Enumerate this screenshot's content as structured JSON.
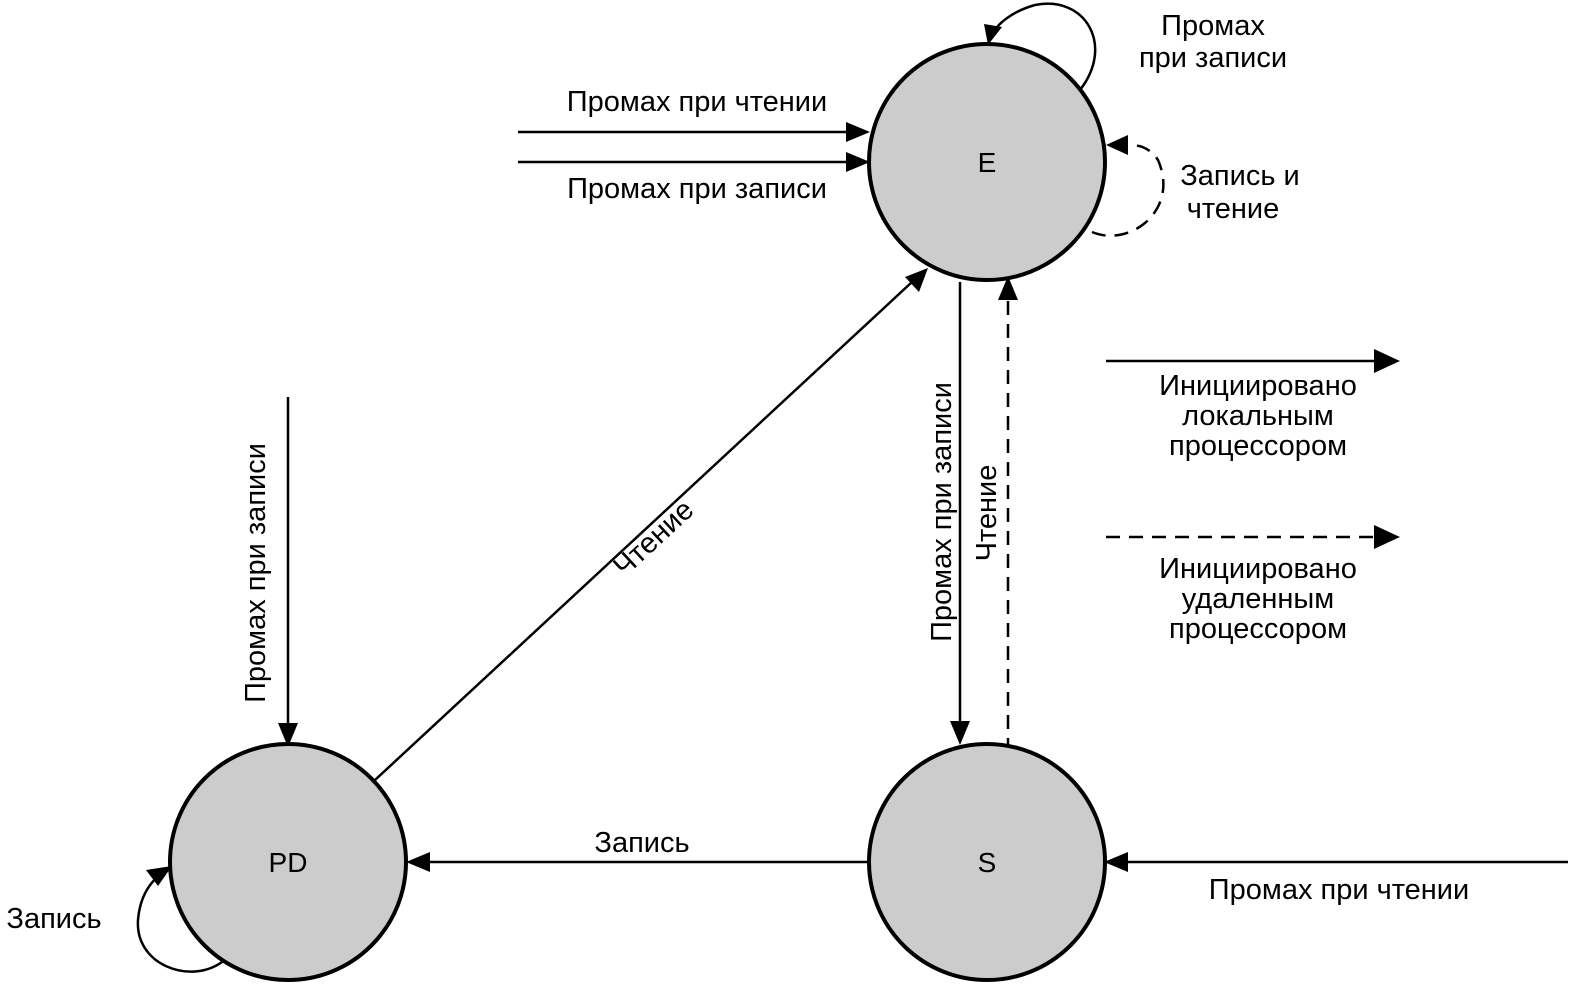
{
  "states": {
    "e": {
      "label": "E"
    },
    "s": {
      "label": "S"
    },
    "pd": {
      "label": "PD"
    }
  },
  "edges": {
    "e_self_write_miss": {
      "label_line1": "Промах",
      "label_line2": "при записи"
    },
    "e_in_read_miss": {
      "label": "Промах при чтении"
    },
    "e_in_write_miss": {
      "label": "Промах при записи"
    },
    "e_self_remote": {
      "label_line1": "Запись и",
      "label_line2": "чтение"
    },
    "pd_to_e": {
      "label": "Чтение"
    },
    "e_to_s": {
      "label": "Промах при записи"
    },
    "s_to_e": {
      "label": "Чтение"
    },
    "pd_in_write_miss": {
      "label": "Промах при записи"
    },
    "s_to_pd": {
      "label": "Запись"
    },
    "pd_self_write": {
      "label": "Запись"
    },
    "s_in_read_miss": {
      "label": "Промах при чтении"
    }
  },
  "legend": {
    "local": {
      "line1": "Инициировано",
      "line2": "локальным",
      "line3": "процессором"
    },
    "remote": {
      "line1": "Инициировано",
      "line2": "удаленным",
      "line3": "процессором"
    }
  },
  "colors": {
    "state_fill": "#cccccc",
    "stroke": "#000000"
  }
}
